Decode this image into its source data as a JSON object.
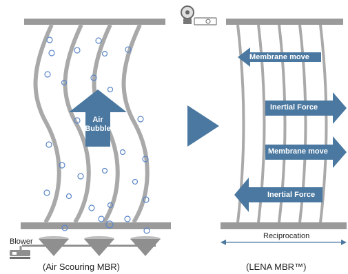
{
  "colors": {
    "plate": "#9a9a9a",
    "membrane": "#a9a9a9",
    "arrow": "#4a78a0",
    "bubble": "#5a86c8",
    "cone": "#8f8f8f"
  },
  "left_panel": {
    "arrow_label": "Air\nBubble",
    "blower_label": "Blower",
    "caption": "(Air Scouring MBR)"
  },
  "right_panel": {
    "arrows": [
      {
        "label": "Membrane move",
        "direction": "left"
      },
      {
        "label": "Inertial Force",
        "direction": "right"
      },
      {
        "label": "Membrane move",
        "direction": "right"
      },
      {
        "label": "Inertial Force",
        "direction": "left"
      }
    ],
    "reciprocation_label": "Reciprocation",
    "caption": "(LENA MBR™)"
  },
  "icons": [
    "motor-icon",
    "blower-icon",
    "diffuser-cone-icon",
    "transition-arrow-icon"
  ]
}
